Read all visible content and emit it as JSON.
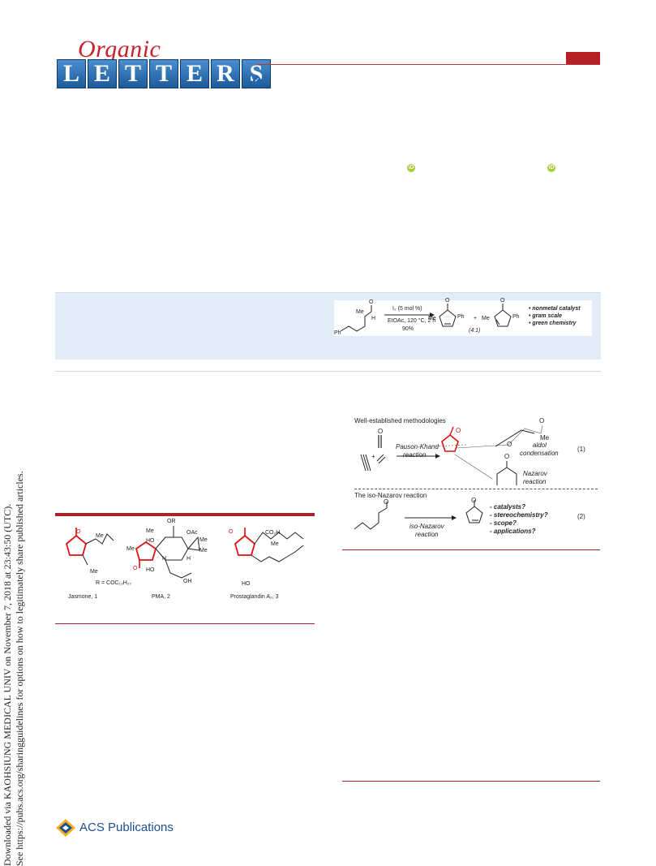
{
  "header": {
    "logo_script": "Organic",
    "logo_letters": [
      "L",
      "E",
      "T",
      "T",
      "E",
      "R",
      "S"
    ]
  },
  "side_text": {
    "line1": "Downloaded via KAOHSIUNG MEDICAL UNIV on November 7, 2018 at 23:43:50 (UTC).",
    "line2": "See https://pubs.acs.org/sharingguidelines for options on how to legitimately share published articles."
  },
  "toc": {
    "reagent": "I₂ (5 mol %)",
    "conditions": "EtOAc, 120 °C, 2 h",
    "yield": "90%",
    "ratio": "(4:1)",
    "bullets": [
      "nonmetal catalyst",
      "gram scale",
      "green chemistry"
    ],
    "atoms": {
      "me": "Me",
      "ph": "Ph",
      "h": "H",
      "o": "O",
      "plus": "+"
    }
  },
  "figure1": {
    "compounds": [
      {
        "name": "Jasmone, 1"
      },
      {
        "name": "PMA, 2"
      },
      {
        "name": "Prostaglandin A₂, 3"
      }
    ],
    "r_group": "R = COC₁₃H₂₇",
    "atoms": {
      "me": "Me",
      "oh": "OH",
      "ho": "HO",
      "or": "OR",
      "oac": "OAc",
      "co2h": "CO₂H",
      "h": "H",
      "o": "O"
    }
  },
  "scheme1": {
    "heading1": "Well-established methodologies",
    "pauson_khand": "Pauson-Khand",
    "reaction": "reaction",
    "aldol": "aldol",
    "condensation": "condensation",
    "nazarov": "Nazarov",
    "eq1": "(1)",
    "heading2": "The iso-Nazarov reaction",
    "iso_nazarov": "iso-Nazarov",
    "eq2": "(2)",
    "questions": [
      "- catalysts?",
      "- stereochemistry?",
      "- scope?",
      "- applications?"
    ],
    "atoms": {
      "me": "Me",
      "o": "O",
      "plus": "+"
    }
  },
  "footer": {
    "publisher": "ACS Publications"
  },
  "colors": {
    "brand_red": "#b52025",
    "brand_blue": "#1d5a9a",
    "abstract_bg": "#e3edf8",
    "orcid_green": "#a6ce39"
  }
}
